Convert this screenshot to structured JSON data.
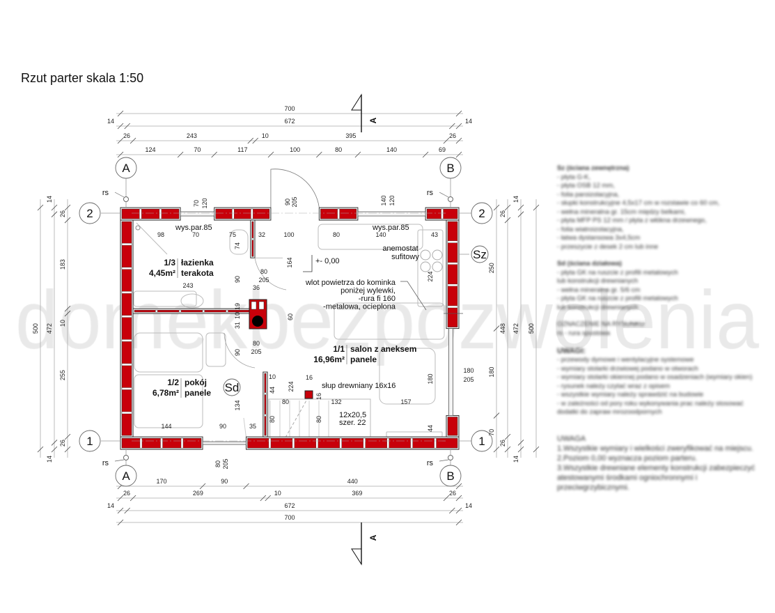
{
  "title": "Rzut parter skala 1:50",
  "watermark": "domekbezpozwolenia",
  "colors": {
    "wall": "#c8000a",
    "line": "#333333",
    "watermark": "#e8e8e8"
  },
  "section_mark": "A",
  "grid_axes": {
    "A": "A",
    "B": "B",
    "row1": "1",
    "row2": "2",
    "rs": "rs",
    "Sz": "Sz",
    "Sd": "Sd"
  },
  "dimensions": {
    "top": [
      [
        700
      ],
      [
        14,
        672,
        14
      ],
      [
        26,
        243,
        10,
        395,
        26
      ],
      [
        124,
        70,
        117,
        100,
        80,
        140,
        69
      ]
    ],
    "bottom": [
      [
        170,
        90,
        440
      ],
      [
        26,
        269,
        10,
        369,
        26
      ],
      [
        14,
        672,
        14
      ],
      [
        700
      ]
    ],
    "left": [
      [
        500
      ],
      [
        14,
        472,
        14
      ],
      [
        26,
        183,
        10,
        255,
        26
      ]
    ],
    "right": [
      [
        250,
        180,
        70
      ],
      [
        26,
        448,
        26
      ],
      [
        14,
        472,
        14
      ],
      [
        500
      ]
    ]
  },
  "rooms": [
    {
      "number": "1/3",
      "name": "łazienka",
      "area": "4,45m²",
      "floor": "terakota"
    },
    {
      "number": "1/2",
      "name": "pokój",
      "area": "6,78m²",
      "floor": "panele"
    },
    {
      "number": "1/1",
      "name": "salon z aneksem",
      "area": "16,96m²",
      "floor": "panele"
    }
  ],
  "annotations": {
    "level": "+- 0,00",
    "air_inlet": [
      "wlot powietrza do kominka",
      "poniżej wylewki,",
      "-rura fi 160",
      "-metalowa, ocieplona"
    ],
    "anemostat": [
      "anemostat",
      "sufitowy"
    ],
    "column": "słup drewniany 16x16",
    "stairs": [
      "12x20,5",
      "szer. 22"
    ],
    "sill1": "wys.par.85",
    "sill2": "wys.par.85"
  },
  "inner_dims": [
    "98",
    "70",
    "75",
    "32",
    "100",
    "80",
    "140",
    "43",
    "243",
    "36",
    "80",
    "205",
    "80",
    "205",
    "90",
    "90",
    "164",
    "19",
    "31",
    "10",
    "60",
    "224",
    "180",
    "44",
    "10",
    "44",
    "224",
    "16",
    "16",
    "80",
    "132",
    "157",
    "134",
    "80",
    "80",
    "144",
    "90",
    "35",
    "74",
    "70",
    "120",
    "90",
    "205",
    "140",
    "120",
    "80",
    "205",
    "180",
    "205"
  ],
  "legend": {
    "sz_title": "Sz (ściana zewnętrzna)",
    "sz_items": [
      "- płyta G-K,",
      "- płyta OSB 12 mm,",
      "- folia paroizolacyjna,",
      "- słupki konstrukcyjne 4,5x17 cm w rozstawie co 60 cm,",
      "- wełna mineralna gr. 15cm między belkami,",
      "- płyta MFP PS 12 mm / płyta z włókna drzewnego,",
      "- folia wiatroizolacyjna,",
      "- łatwa dystansowa 3x4,5cm",
      "- przeszycie z desek 2 cm lub inne"
    ],
    "sd_title": "Sd (ściana działowa)",
    "sd_items": [
      "- płyta GK na ruszcie z profili metalowych",
      "  lub konstrukcji drewnianych",
      "- wełna mineralna gr. 5/6 cm",
      "- płyta GK na ruszcie z profili metalowych",
      "  lub konstrukcji drewnianych"
    ],
    "extra": [
      "OZNACZENIE NA RYSUNKU",
      "rs - rura spustowa"
    ],
    "uwagi_title": "UWAGI:",
    "uwagi_items": [
      "- przewody dymowe i wentylacyjne systemowe",
      "- wymiary stolarki drzwiowej podano w otworach",
      "- wymiary stolarki okiennej podano w osadzeniach (wymiary okien)",
      "- rysunek należy czytać wraz z opisem",
      "- wszystkie wymiary należy sprawdzić na budowie",
      "- w zależności od pory roku wykonywania prac należy stosować",
      "  dodatki do zapraw mrozoodpornych"
    ],
    "uwaga_title": "UWAGA",
    "uwaga_items": [
      "1.Wszystkie wymiary i wielkości zweryfikować na miejscu.",
      "2.Poziom 0,00 wyznacza poziom parteru.",
      "3.Wszystkie drewniane elementy konstrukcji zabezpieczyć",
      "atestowanymi środkami ogniochronnymi i przeciwgrzybicznymi."
    ]
  }
}
